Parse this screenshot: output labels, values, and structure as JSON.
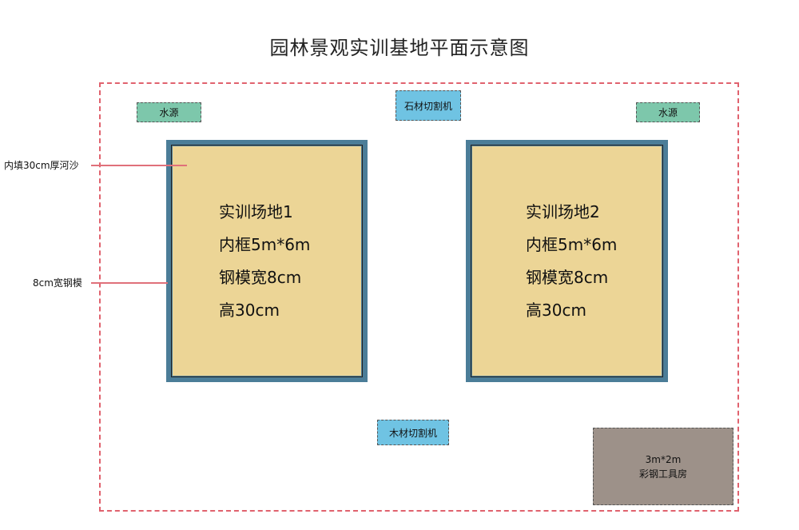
{
  "title": "园林景观实训基地平面示意图",
  "facilities": {
    "water_left": "水源",
    "water_right": "水源",
    "stone_cutter": "石材切割机",
    "wood_cutter": "木材切割机"
  },
  "fields": [
    {
      "name": "实训场地1",
      "frame": "内框5m*6m",
      "mold": "钢模宽8cm",
      "height": "高30cm"
    },
    {
      "name": "实训场地2",
      "frame": "内框5m*6m",
      "mold": "钢模宽8cm",
      "height": "高30cm"
    }
  ],
  "annotations": {
    "sand": "内填30cm厚河沙",
    "steel_mold": "8cm宽钢模"
  },
  "tool_house": {
    "size": "3m*2m",
    "name": "彩钢工具房"
  },
  "colors": {
    "boundary": "#e0626e",
    "water": "#7dc7ab",
    "machine": "#6fc3e3",
    "steel_frame": "#4b7d98",
    "sand": "#ecd596",
    "tool_house": "#9d9189",
    "leader": "#e0707a"
  }
}
